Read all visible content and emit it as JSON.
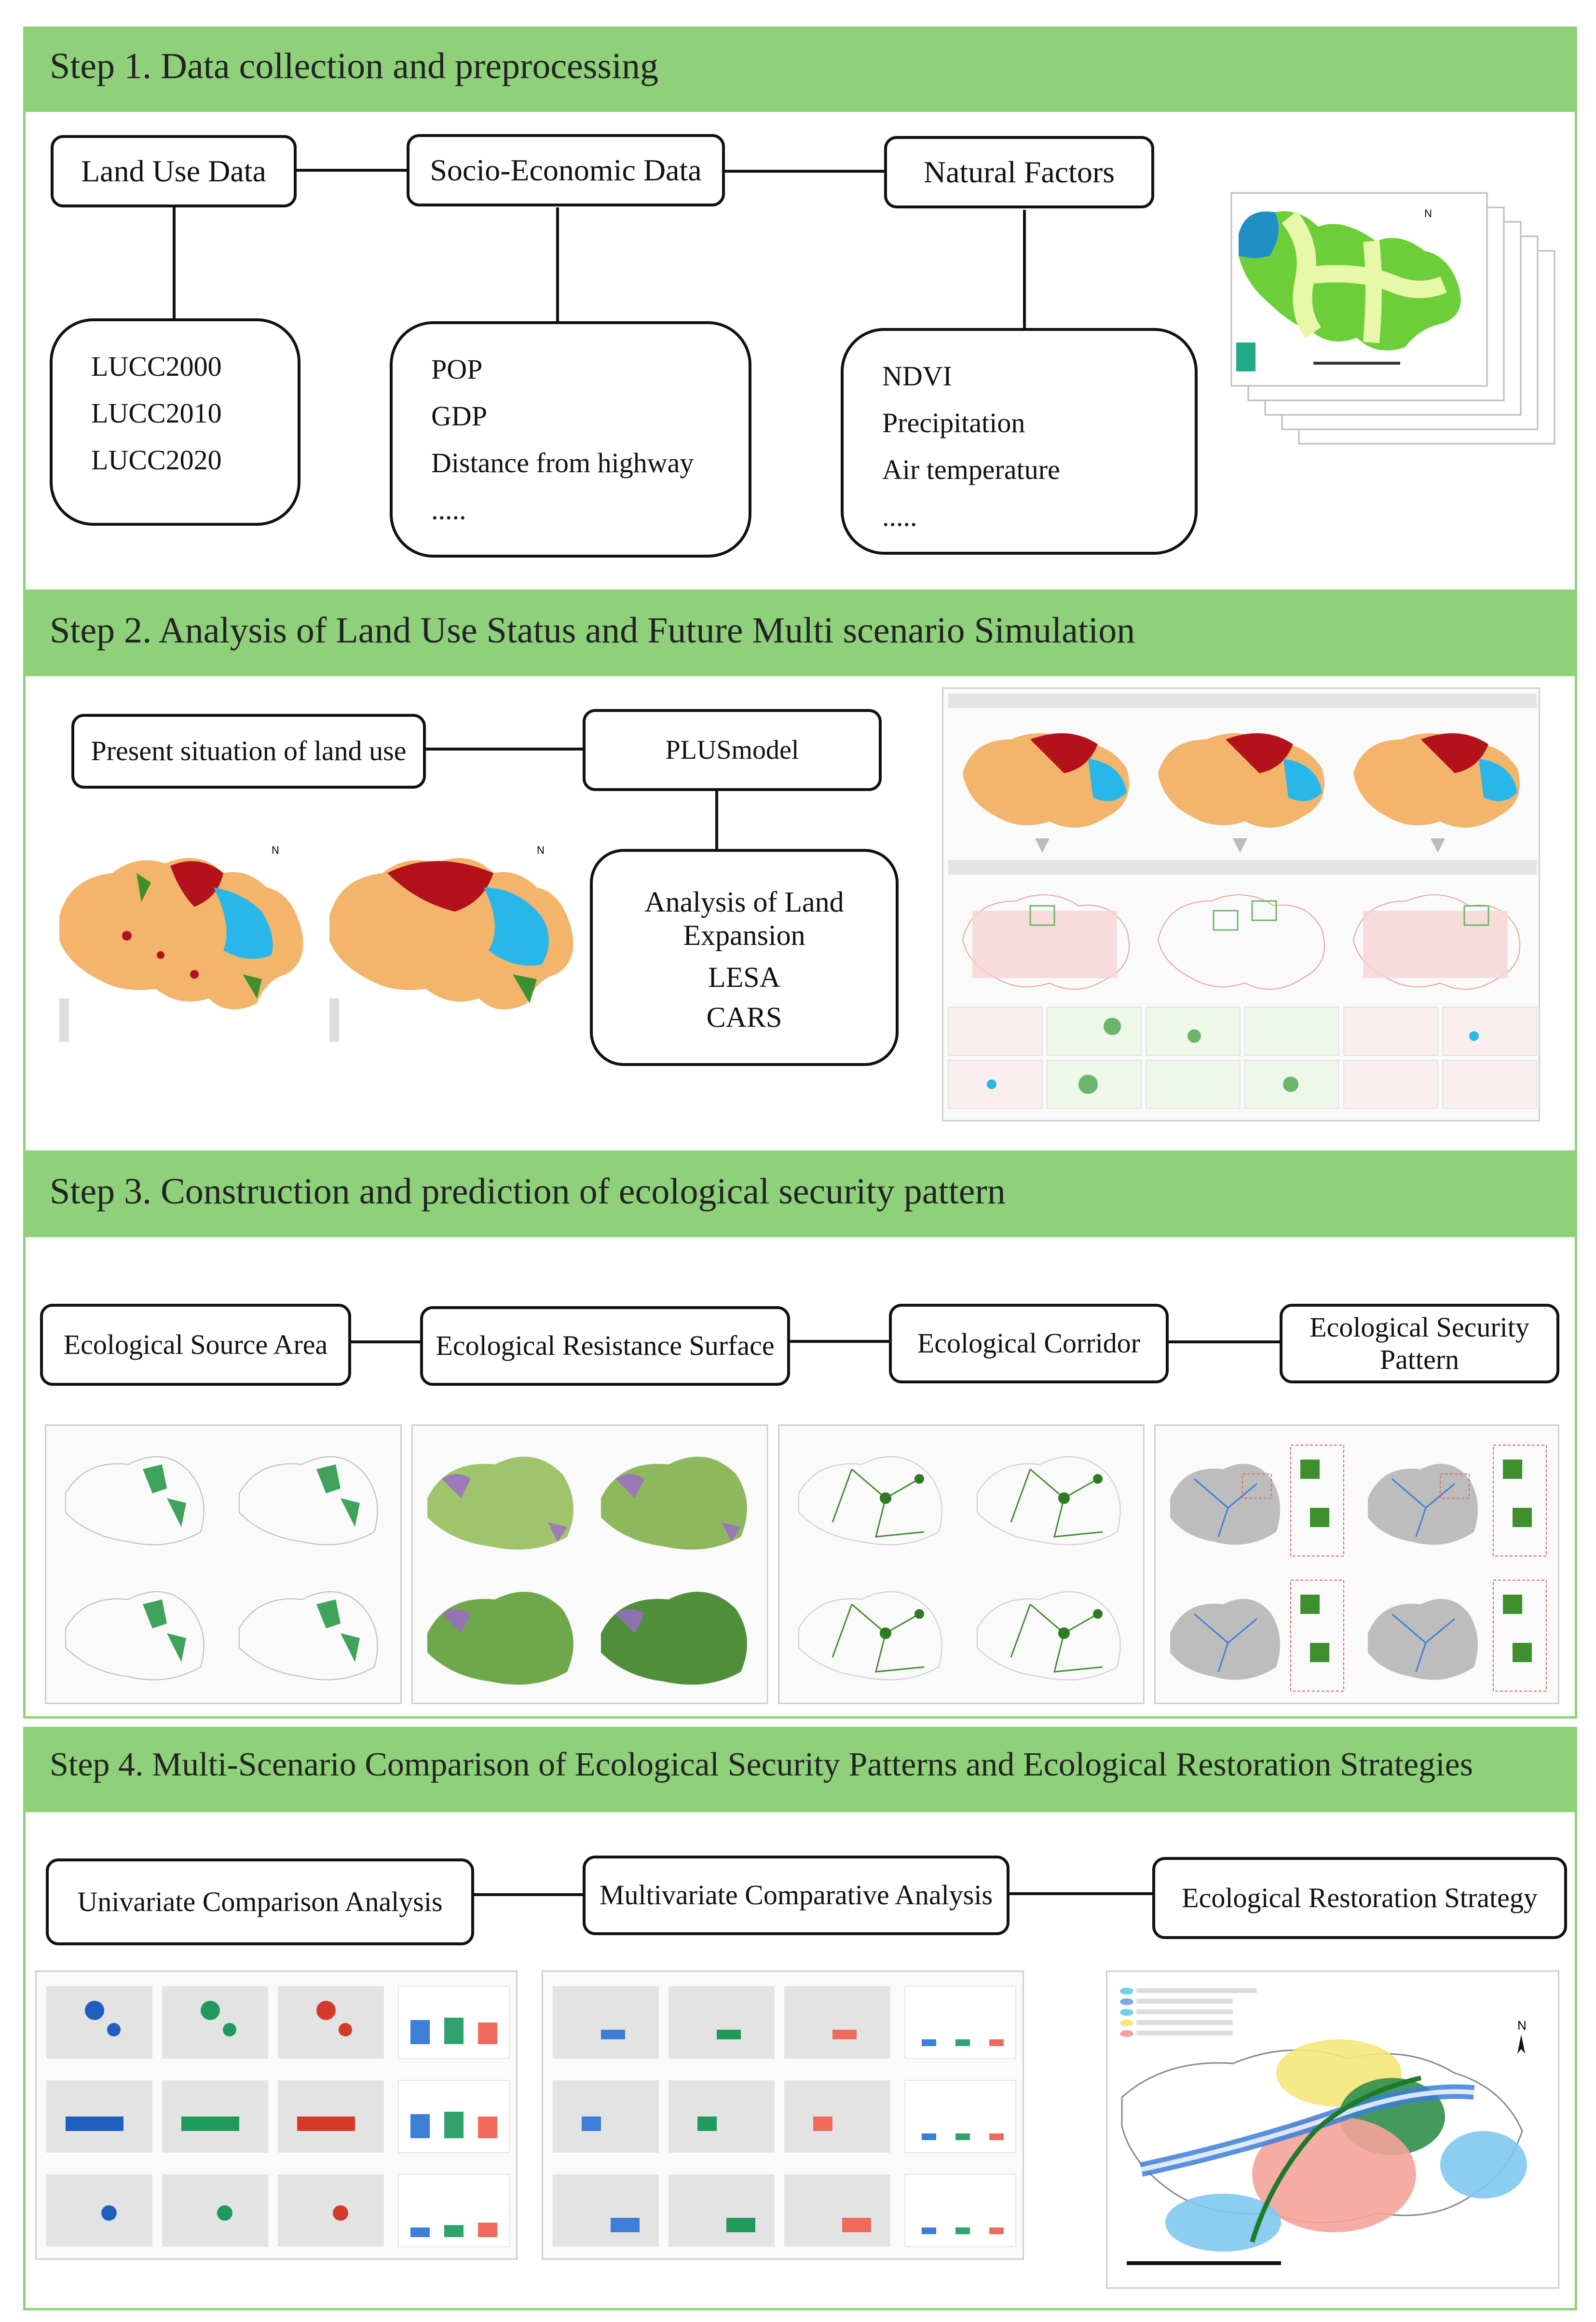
{
  "steps": [
    {
      "title": "Step 1. Data collection and preprocessing",
      "nodes": {
        "land_use": "Land Use Data",
        "socio_economic": "Socio-Economic Data",
        "natural": "Natural Factors"
      },
      "land_use_items": [
        "LUCC2000",
        "LUCC2010",
        "LUCC2020"
      ],
      "socio_items": [
        "POP",
        "GDP",
        "Distance from highway",
        "....."
      ],
      "natural_items": [
        "NDVI",
        "Precipitation",
        "Air temperature",
        "....."
      ]
    },
    {
      "title": "Step 2. Analysis of Land Use Status and Future Multi scenario Simulation",
      "nodes": {
        "present": "Present situation of land use",
        "plus": "PLUSmodel",
        "analysis_title": "Analysis of Land Expansion",
        "lesa": "LESA",
        "cars": "CARS"
      }
    },
    {
      "title": "Step 3. Construction and prediction of ecological security pattern",
      "nodes": {
        "source": "Ecological Source Area",
        "resistance": "Ecological Resistance Surface",
        "corridor": "Ecological Corridor",
        "pattern": "Ecological Security Pattern"
      }
    },
    {
      "title": "Step 4. Multi-Scenario Comparison of Ecological Security Patterns and Ecological Restoration Strategies",
      "nodes": {
        "univariate": "Univariate Comparison Analysis",
        "multivariate": "Multivariate Comparative Analysis",
        "restoration": "Ecological Restoration Strategy"
      }
    }
  ],
  "colors": {
    "band": "#8fd17a",
    "orange_land": "#f2b56b",
    "water": "#29b6e8",
    "construction": "#b3121a",
    "forest": "#3f8f2e",
    "green_light": "#8fd17a"
  }
}
